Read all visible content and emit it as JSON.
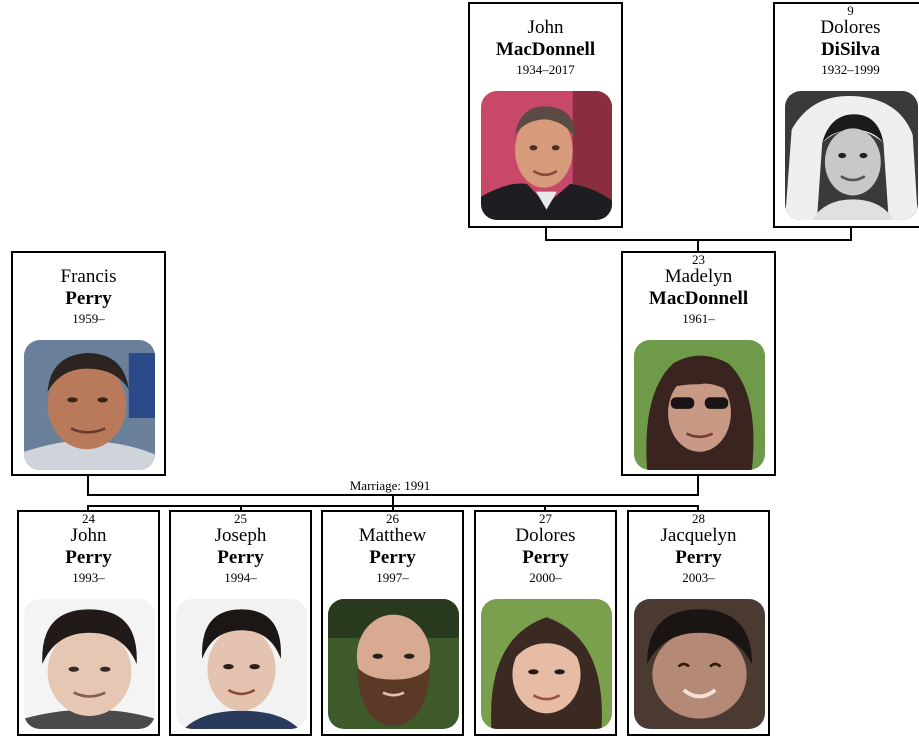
{
  "people": {
    "john_macdonnell": {
      "number": "",
      "given": "John",
      "surname": "MacDonnell",
      "years": "1934–2017",
      "photo": "elderly-man-portrait"
    },
    "dolores_disilva": {
      "number": "9",
      "given": "Dolores",
      "surname": "DiSilva",
      "years": "1932–1999",
      "photo": "bride-black-white-portrait"
    },
    "francis_perry": {
      "number": "",
      "given": "Francis",
      "surname": "Perry",
      "years": "1959–",
      "photo": "man-portrait"
    },
    "madelyn_macdonnell": {
      "number": "23",
      "given": "Madelyn",
      "surname": "MacDonnell",
      "years": "1961–",
      "photo": "woman-sunglasses-portrait"
    },
    "john_perry": {
      "number": "24",
      "given": "John",
      "surname": "Perry",
      "years": "1993–",
      "photo": "boy-portrait"
    },
    "joseph_perry": {
      "number": "25",
      "given": "Joseph",
      "surname": "Perry",
      "years": "1994–",
      "photo": "boy-portrait"
    },
    "matthew_perry": {
      "number": "26",
      "given": "Matthew",
      "surname": "Perry",
      "years": "1997–",
      "photo": "bearded-man-portrait"
    },
    "dolores_perry": {
      "number": "27",
      "given": "Dolores",
      "surname": "Perry",
      "years": "2000–",
      "photo": "girl-portrait"
    },
    "jacquelyn_perry": {
      "number": "28",
      "given": "Jacquelyn",
      "surname": "Perry",
      "years": "2003–",
      "photo": "toddler-portrait"
    }
  },
  "marriage_label": "Marriage: 1991"
}
